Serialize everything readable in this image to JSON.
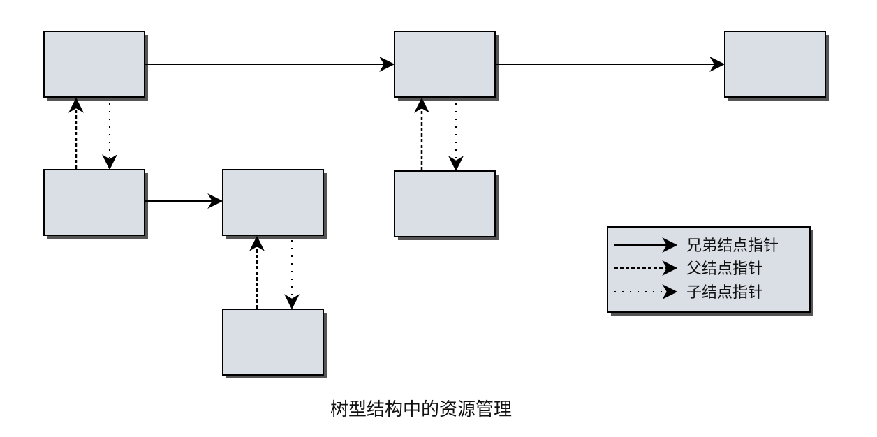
{
  "caption": "树型结构中的资源管理",
  "legend": {
    "sibling_label": "兄弟结点指针",
    "parent_label": "父结点指针",
    "child_label": "子结点指针"
  },
  "colors": {
    "node_fill": "#d9dfe5",
    "line": "#000000",
    "shadow": "#555555"
  }
}
